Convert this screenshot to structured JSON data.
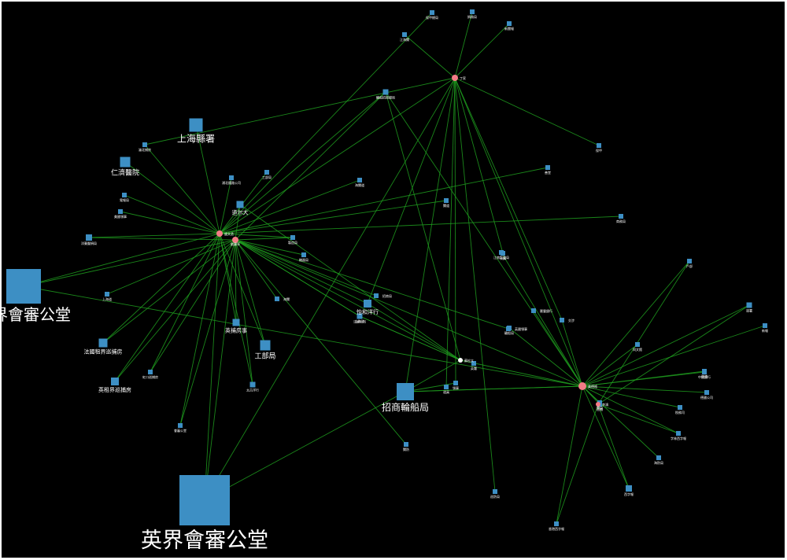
{
  "colors": {
    "background": "#000000",
    "edge": "#1f9e1f",
    "org_node": "#3d8fc4",
    "person_node": "#f47c86",
    "highlight_node": "#ffffff",
    "label": "#ffffff"
  },
  "nodes": [
    {
      "id": "n1",
      "label": "英界會審公堂",
      "kind": "org"
    },
    {
      "id": "n2",
      "label": "法界會審公堂",
      "kind": "org"
    },
    {
      "id": "n3",
      "label": "招商輪船局",
      "kind": "org"
    },
    {
      "id": "n4",
      "label": "上海縣署",
      "kind": "org"
    },
    {
      "id": "n5",
      "label": "仁濟醫院",
      "kind": "org"
    },
    {
      "id": "n6",
      "label": "工部局",
      "kind": "org"
    },
    {
      "id": "n7",
      "label": "怡和洋行",
      "kind": "org"
    },
    {
      "id": "n8",
      "label": "英捕房事",
      "kind": "org"
    },
    {
      "id": "n9",
      "label": "法國租界巡捕房",
      "kind": "org"
    },
    {
      "id": "n10",
      "label": "英租界巡捕房",
      "kind": "org"
    },
    {
      "id": "n11",
      "label": "洋藥釐捐局",
      "kind": "org"
    },
    {
      "id": "n12",
      "label": "西字報",
      "kind": "org"
    },
    {
      "id": "n13",
      "label": "道尔大",
      "kind": "org"
    },
    {
      "id": "n14",
      "label": "太古洋行",
      "kind": "org"
    },
    {
      "id": "n15",
      "label": "法國公司",
      "kind": "org"
    },
    {
      "id": "n16",
      "label": "匯豐銀行",
      "kind": "org"
    },
    {
      "id": "n17",
      "label": "會審公堂",
      "kind": "org"
    },
    {
      "id": "n18",
      "label": "虹口巡捕房",
      "kind": "org"
    },
    {
      "id": "n19",
      "label": "美國領事",
      "kind": "org"
    },
    {
      "id": "n20",
      "label": "電報局",
      "kind": "org"
    },
    {
      "id": "n21",
      "label": "輪船招商總局",
      "kind": "org"
    },
    {
      "id": "n22",
      "label": "滬北捕房",
      "kind": "org"
    },
    {
      "id": "n23",
      "label": "浦北鐵路公司",
      "kind": "org"
    },
    {
      "id": "n24",
      "label": "保甲總局",
      "kind": "org"
    },
    {
      "id": "n25",
      "label": "工部局",
      "kind": "org"
    },
    {
      "id": "n26",
      "label": "製造局",
      "kind": "org"
    },
    {
      "id": "n27",
      "label": "機器局",
      "kind": "org"
    },
    {
      "id": "n28",
      "label": "海關",
      "kind": "org"
    },
    {
      "id": "n29",
      "label": "招商局",
      "kind": "org"
    },
    {
      "id": "n30",
      "label": "上海道",
      "kind": "org"
    },
    {
      "id": "n31",
      "label": "捐務局",
      "kind": "org"
    },
    {
      "id": "n32",
      "label": "新聞報",
      "kind": "org"
    },
    {
      "id": "n33",
      "label": "江海關",
      "kind": "org"
    },
    {
      "id": "n34",
      "label": "公廨",
      "kind": "org"
    },
    {
      "id": "n35",
      "label": "領事",
      "kind": "org"
    },
    {
      "id": "n36",
      "label": "交涉",
      "kind": "org"
    },
    {
      "id": "n37",
      "label": "保甲",
      "kind": "org"
    },
    {
      "id": "n38",
      "label": "同文館",
      "kind": "org"
    },
    {
      "id": "n39",
      "label": "中國銀行",
      "kind": "org"
    },
    {
      "id": "n40",
      "label": "海關道",
      "kind": "org"
    },
    {
      "id": "n41",
      "label": "關道",
      "kind": "org"
    },
    {
      "id": "n42",
      "label": "善堂",
      "kind": "org"
    },
    {
      "id": "n43",
      "label": "商務局",
      "kind": "org"
    },
    {
      "id": "n44",
      "label": "關防",
      "kind": "org"
    },
    {
      "id": "n45",
      "label": "字林西字報",
      "kind": "org"
    },
    {
      "id": "n46",
      "label": "稅務司",
      "kind": "org"
    },
    {
      "id": "n47",
      "label": "新報",
      "kind": "org"
    },
    {
      "id": "n48",
      "label": "德國公司",
      "kind": "org"
    },
    {
      "id": "n49",
      "label": "海防局",
      "kind": "org"
    },
    {
      "id": "n50",
      "label": "戶部",
      "kind": "org"
    },
    {
      "id": "n51",
      "label": "道署",
      "kind": "org"
    },
    {
      "id": "n52",
      "label": "英國領事",
      "kind": "org"
    },
    {
      "id": "n53",
      "label": "巡防局",
      "kind": "org"
    },
    {
      "id": "n54",
      "label": "書局",
      "kind": "org"
    },
    {
      "id": "n55",
      "label": "香港西字報",
      "kind": "org"
    },
    {
      "id": "n56",
      "label": "英署",
      "kind": "org"
    },
    {
      "id": "n57",
      "label": "江南製造局",
      "kind": "org"
    },
    {
      "id": "n58",
      "label": "輪船局",
      "kind": "org"
    },
    {
      "id": "n59",
      "label": "上海道",
      "kind": "org"
    },
    {
      "id": "n60",
      "label": "道員",
      "kind": "org"
    },
    {
      "id": "n61",
      "label": "巡捕",
      "kind": "org"
    },
    {
      "id": "n62",
      "label": "巡道",
      "kind": "org"
    },
    {
      "id": "p1",
      "label": "盛文丞",
      "kind": "person"
    },
    {
      "id": "p2",
      "label": "劉蘭亭",
      "kind": "person"
    },
    {
      "id": "p3",
      "label": "丁家",
      "kind": "person"
    },
    {
      "id": "p4",
      "label": "黃德格",
      "kind": "person"
    },
    {
      "id": "p5",
      "label": "李鴻",
      "kind": "person"
    },
    {
      "id": "h1",
      "label": "蘇松太",
      "kind": "highlight"
    }
  ],
  "edges": [
    [
      "p1",
      "n1"
    ],
    [
      "p1",
      "n2"
    ],
    [
      "p1",
      "n4"
    ],
    [
      "p1",
      "n5"
    ],
    [
      "p1",
      "n6"
    ],
    [
      "p1",
      "n8"
    ],
    [
      "p1",
      "n9"
    ],
    [
      "p1",
      "n10"
    ],
    [
      "p1",
      "n11"
    ],
    [
      "p1",
      "n14"
    ],
    [
      "p1",
      "n17"
    ],
    [
      "p1",
      "n18"
    ],
    [
      "p1",
      "n19"
    ],
    [
      "p1",
      "n20"
    ],
    [
      "p1",
      "n21"
    ],
    [
      "p1",
      "n22"
    ],
    [
      "p1",
      "n23"
    ],
    [
      "p1",
      "n24"
    ],
    [
      "p1",
      "n25"
    ],
    [
      "p1",
      "n26"
    ],
    [
      "p1",
      "n40"
    ],
    [
      "p1",
      "n41"
    ],
    [
      "p1",
      "n42"
    ],
    [
      "p1",
      "n43"
    ],
    [
      "p2",
      "n1"
    ],
    [
      "p2",
      "n2"
    ],
    [
      "p2",
      "n6"
    ],
    [
      "p2",
      "n8"
    ],
    [
      "p2",
      "n9"
    ],
    [
      "p2",
      "n10"
    ],
    [
      "p2",
      "n11"
    ],
    [
      "p2",
      "n14"
    ],
    [
      "p2",
      "n17"
    ],
    [
      "p2",
      "n18"
    ],
    [
      "p2",
      "n21"
    ],
    [
      "p2",
      "n26"
    ],
    [
      "p2",
      "n27"
    ],
    [
      "p2",
      "n28"
    ],
    [
      "p2",
      "n29"
    ],
    [
      "p2",
      "n30"
    ],
    [
      "p2",
      "n44"
    ],
    [
      "p2",
      "n52"
    ],
    [
      "p2",
      "h1"
    ],
    [
      "p2",
      "p4"
    ],
    [
      "p2",
      "n7"
    ],
    [
      "p2",
      "n13"
    ],
    [
      "p2",
      "n15"
    ],
    [
      "p2",
      "n59"
    ],
    [
      "p3",
      "n31"
    ],
    [
      "p3",
      "n32"
    ],
    [
      "p3",
      "n33"
    ],
    [
      "p3",
      "n34"
    ],
    [
      "p3",
      "n35"
    ],
    [
      "p3",
      "n36"
    ],
    [
      "p3",
      "n37"
    ],
    [
      "p3",
      "n3"
    ],
    [
      "p3",
      "n53"
    ],
    [
      "p3",
      "n1"
    ],
    [
      "p3",
      "n22"
    ],
    [
      "p3",
      "n7"
    ],
    [
      "p3",
      "p1"
    ],
    [
      "p3",
      "p4"
    ],
    [
      "p3",
      "n60"
    ],
    [
      "p4",
      "n12"
    ],
    [
      "p4",
      "n16"
    ],
    [
      "p4",
      "n38"
    ],
    [
      "p4",
      "n39"
    ],
    [
      "p4",
      "n45"
    ],
    [
      "p4",
      "n46"
    ],
    [
      "p4",
      "n47"
    ],
    [
      "p4",
      "n48"
    ],
    [
      "p4",
      "n49"
    ],
    [
      "p4",
      "n50"
    ],
    [
      "p4",
      "n51"
    ],
    [
      "p4",
      "n54"
    ],
    [
      "p4",
      "n55"
    ],
    [
      "p4",
      "n57"
    ],
    [
      "p4",
      "n58"
    ],
    [
      "p4",
      "n36"
    ],
    [
      "p4",
      "n21"
    ],
    [
      "p4",
      "n2"
    ],
    [
      "p4",
      "n61"
    ],
    [
      "p4",
      "h1"
    ],
    [
      "p4",
      "n62"
    ],
    [
      "p4",
      "n3"
    ],
    [
      "p5",
      "n12"
    ],
    [
      "p5",
      "n55"
    ],
    [
      "p5",
      "n45"
    ],
    [
      "p5",
      "n50"
    ],
    [
      "p5",
      "n51"
    ],
    [
      "p5",
      "n61"
    ],
    [
      "h1",
      "n3"
    ],
    [
      "h1",
      "n7"
    ],
    [
      "h1",
      "n13"
    ],
    [
      "h1",
      "n15"
    ],
    [
      "h1",
      "n59"
    ],
    [
      "h1",
      "n21"
    ],
    [
      "n3",
      "n1"
    ],
    [
      "n3",
      "p4"
    ],
    [
      "n3",
      "n35"
    ]
  ]
}
